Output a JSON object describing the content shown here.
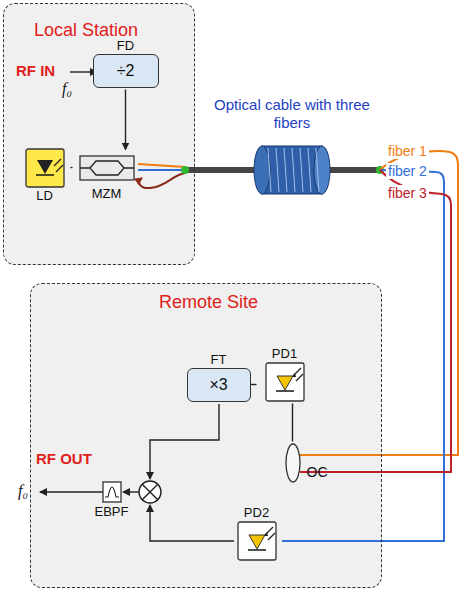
{
  "diagram": {
    "nodes": [
      {
        "text": [
          "Local Station"
        ]
      },
      {
        "text": [
          "FD",
          "÷2"
        ],
        "in": 0
      },
      {
        "text": [
          "LD"
        ],
        "in": 0
      },
      {
        "text": [
          "MZM"
        ],
        "in": 0
      },
      {
        "text": [
          "Remote Site"
        ]
      },
      {
        "text": [
          "FT",
          "×3"
        ],
        "in": 4
      },
      {
        "text": [
          "PD1"
        ],
        "in": 4
      },
      {
        "text": [
          "PD2"
        ],
        "in": 4
      },
      {
        "text": [
          "EBPF"
        ],
        "in": 4
      },
      {
        "text": [
          "OC"
        ],
        "in": 4
      }
    ],
    "edges": [
      {
        "from": 1,
        "to": 3,
        "arrow": "to"
      },
      {
        "from": 2,
        "to": 3,
        "arrow": "none"
      },
      {
        "from": 6,
        "to": 5,
        "arrow": "none"
      },
      {
        "from": 9,
        "to": 6,
        "arrow": "none"
      }
    ],
    "labels": [
      "RF IN",
      "f₀",
      "Optical cable with three fibers",
      "fiber 1",
      "fiber 2",
      "fiber 3",
      "RF OUT",
      "f₀"
    ]
  }
}
